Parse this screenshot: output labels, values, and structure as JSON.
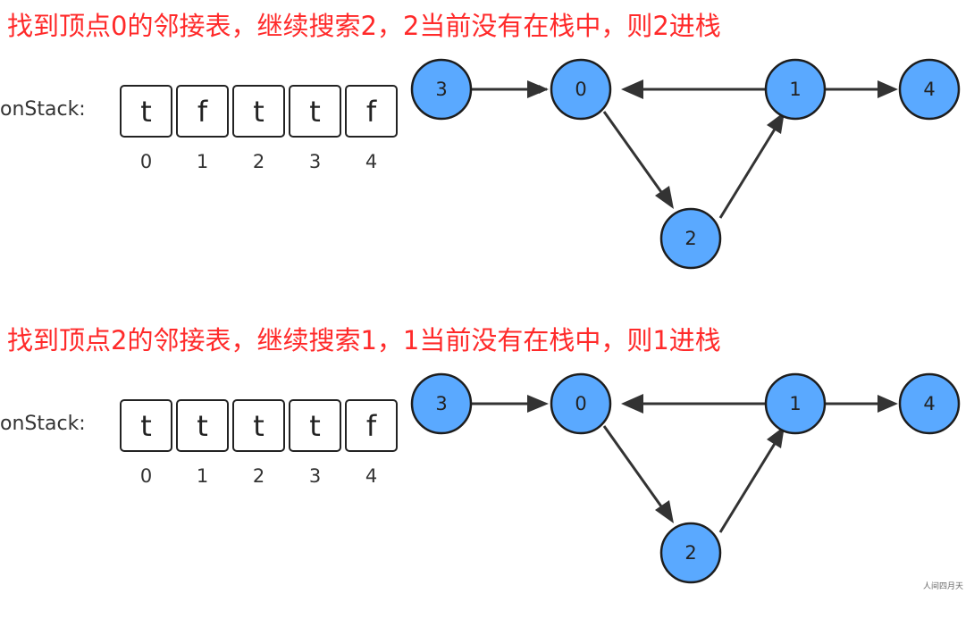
{
  "panels": [
    {
      "title": "找到顶点0的邻接表，继续搜索2，2当前没有在栈中，则2进栈",
      "stack_label": "onStack:",
      "cells": [
        "t",
        "f",
        "t",
        "t",
        "f"
      ],
      "indices": [
        "0",
        "1",
        "2",
        "3",
        "4"
      ],
      "nodes": [
        "3",
        "0",
        "1",
        "4",
        "2"
      ]
    },
    {
      "title": "找到顶点2的邻接表，继续搜索1，1当前没有在栈中，则1进栈",
      "stack_label": "onStack:",
      "cells": [
        "t",
        "t",
        "t",
        "t",
        "f"
      ],
      "indices": [
        "0",
        "1",
        "2",
        "3",
        "4"
      ],
      "nodes": [
        "3",
        "0",
        "1",
        "4",
        "2"
      ]
    }
  ],
  "colors": {
    "title": "#ff2a2a",
    "node_fill": "#5aa9ff",
    "node_stroke": "#1d1d1d",
    "edge": "#333333"
  },
  "watermark": "人间四月天"
}
